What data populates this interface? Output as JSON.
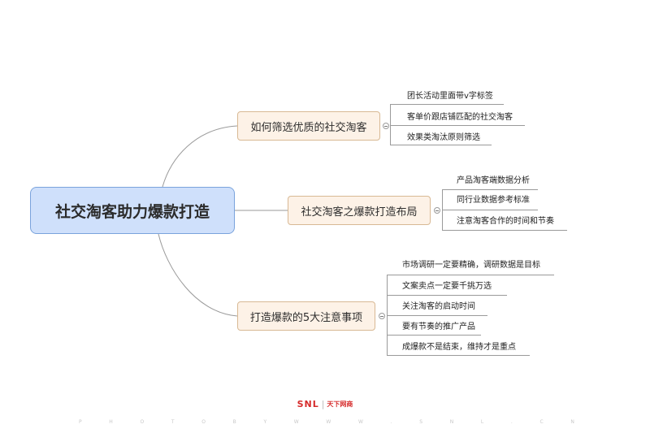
{
  "root": {
    "title": "社交淘客助力爆款打造"
  },
  "branches": [
    {
      "label": "如何筛选优质的社交淘客",
      "leaves": [
        "团长活动里面带v字标签",
        "客单价跟店铺匹配的社交淘客",
        "效果类淘汰原则筛选"
      ]
    },
    {
      "label": "社交淘客之爆款打造布局",
      "leaves": [
        "产品淘客端数据分析",
        "同行业数据参考标准",
        "注意淘客合作的时间和节奏"
      ]
    },
    {
      "label": "打造爆款的5大注意事项",
      "leaves": [
        "市场调研一定要精确，调研数据是目标",
        "文案卖点一定要千挑万选",
        "关注淘客的启动时间",
        "要有节奏的推广产品",
        "成爆款不是结束，维持才是重点"
      ]
    }
  ],
  "footer": {
    "logo_main": "SNL",
    "logo_sub": "天下网商",
    "url_chars": [
      "P",
      "H",
      "O",
      "T",
      "O",
      "B",
      "Y",
      "W",
      "W",
      "W",
      ".",
      "S",
      "N",
      "L",
      ".",
      "C",
      "N"
    ]
  },
  "colors": {
    "root_fill": "#cfe0fb",
    "root_border": "#7aa3dc",
    "branch_fill": "#fdf2e7",
    "branch_border": "#d8b994",
    "logo_red": "#d62b2b"
  }
}
